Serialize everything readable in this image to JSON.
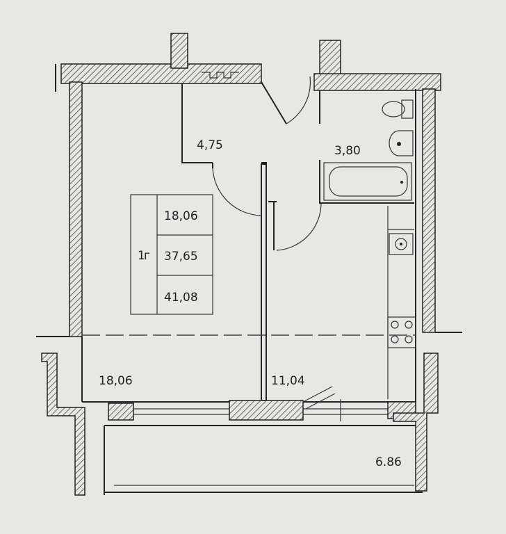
{
  "summary_table": {
    "rooms": "1",
    "rooms_suffix": "г",
    "living_area": "18,06",
    "total_area": "37,65",
    "total_with_balcony": "41,08"
  },
  "rooms": {
    "hall": "4,75",
    "bathroom": "3,80",
    "living_room": "18,06",
    "kitchen": "11,04",
    "balcony": "6.86"
  },
  "colors": {
    "background": "#e9e7e3",
    "lines": "#222222"
  }
}
